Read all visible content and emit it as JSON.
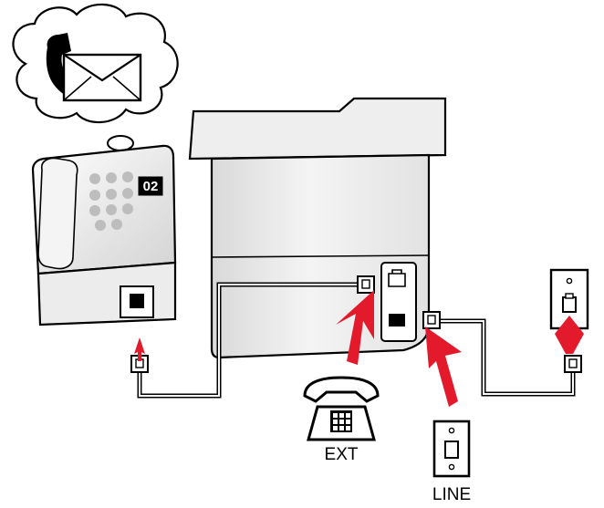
{
  "labels": {
    "ext": "EXT",
    "line": "LINE",
    "phone_display": "02"
  },
  "icons": {
    "thought_bubble": "phone-and-envelope",
    "incoming_call": "phone-handset-icon",
    "fax_message": "envelope-icon",
    "extension_phone": "desk-phone-icon",
    "wall_jack": "wall-jack-icon",
    "arrows": "arrow-up-icon"
  },
  "colors": {
    "outline": "#000000",
    "device_body": "#f1f1f1",
    "device_shade": "#d6d6d6",
    "arrow": "#e21a2c",
    "background": "#ffffff"
  }
}
